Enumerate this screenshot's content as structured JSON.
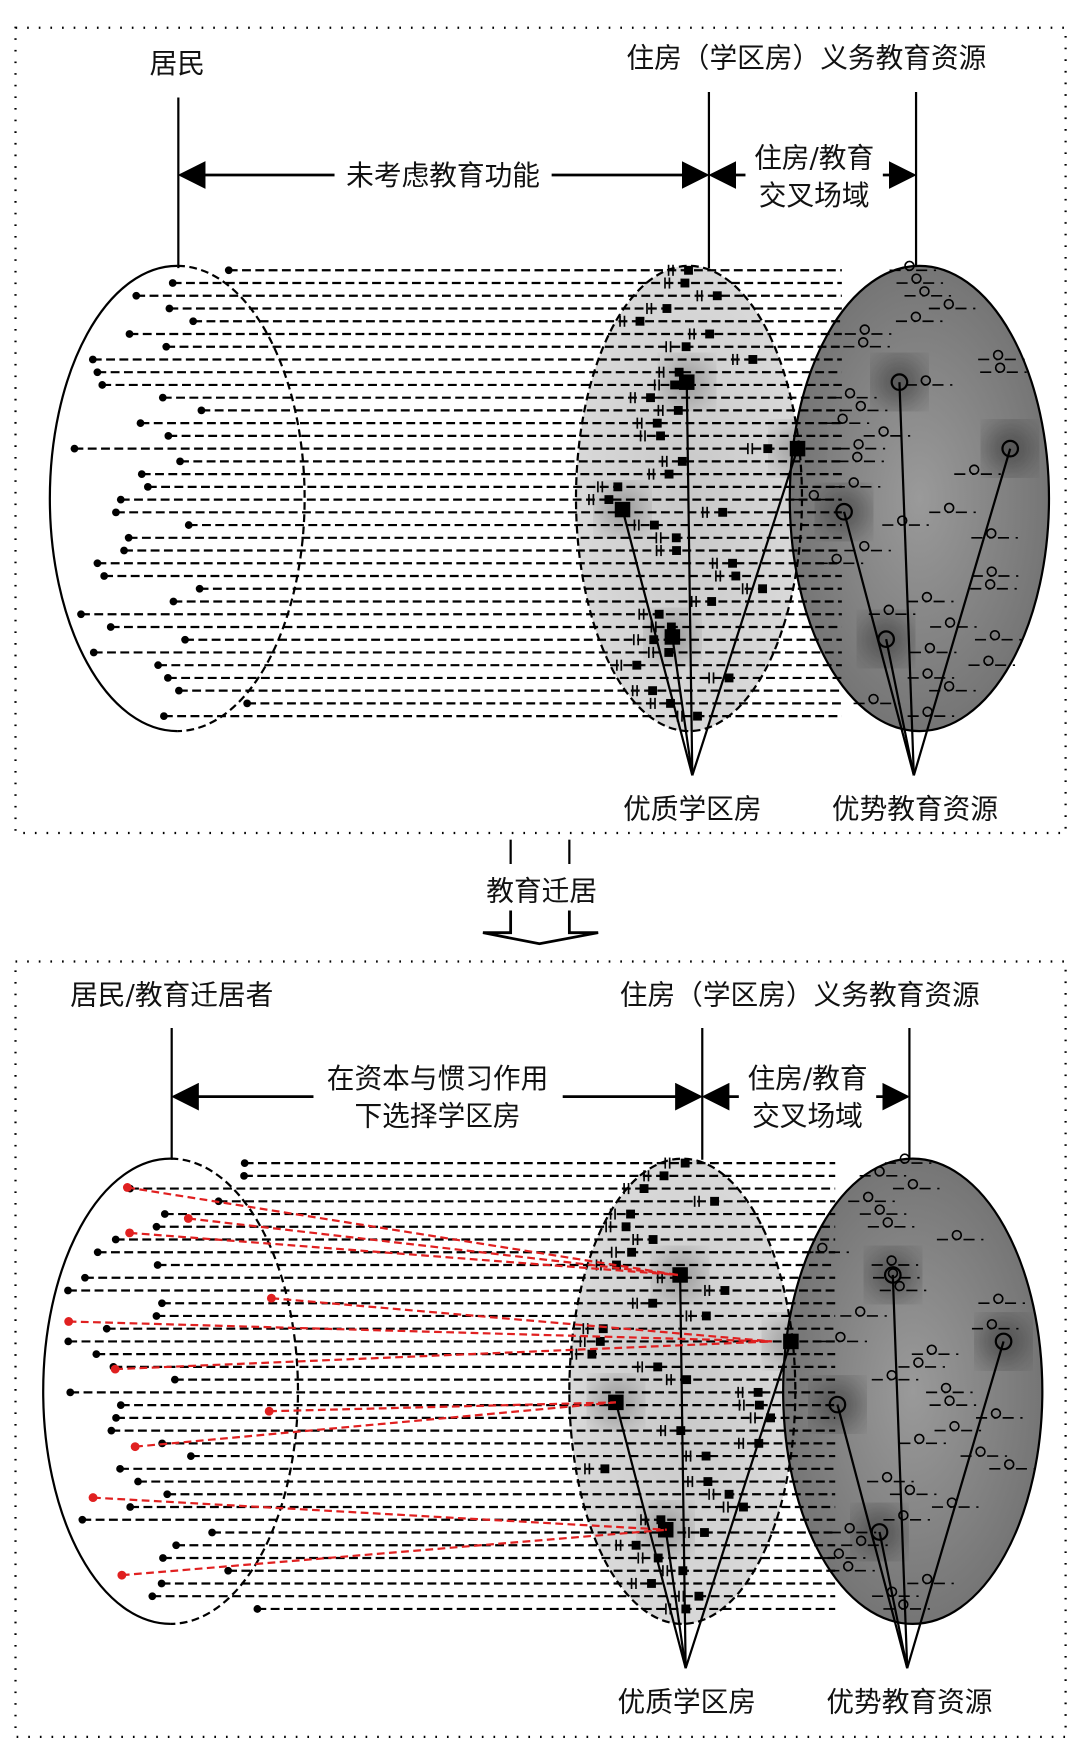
{
  "top_panel": {
    "residents_label": "居民",
    "resource_label": "住房（学区房）义务教育资源",
    "span_left_label": "未考虑教育功能",
    "span_right_label_1": "住房/教育",
    "span_right_label_2": "交叉场域",
    "quality_house_label": "优质学区房",
    "advantage_edu_label": "优势教育资源"
  },
  "transition": {
    "label": "教育迁居"
  },
  "bottom_panel": {
    "residents_label": "居民/教育迁居者",
    "resource_label": "住房（学区房）义务教育资源",
    "span_left_label_1": "在资本与惯习作用",
    "span_left_label_2": "下选择学区房",
    "span_right_label_1": "住房/教育",
    "span_right_label_2": "交叉场域",
    "quality_house_label": "优质学区房",
    "advantage_edu_label": "优势教育资源"
  },
  "colors": {
    "migration_line": "#e02020",
    "house_fill": "#d0d0d0",
    "edu_fill": "#7a7a7a"
  }
}
